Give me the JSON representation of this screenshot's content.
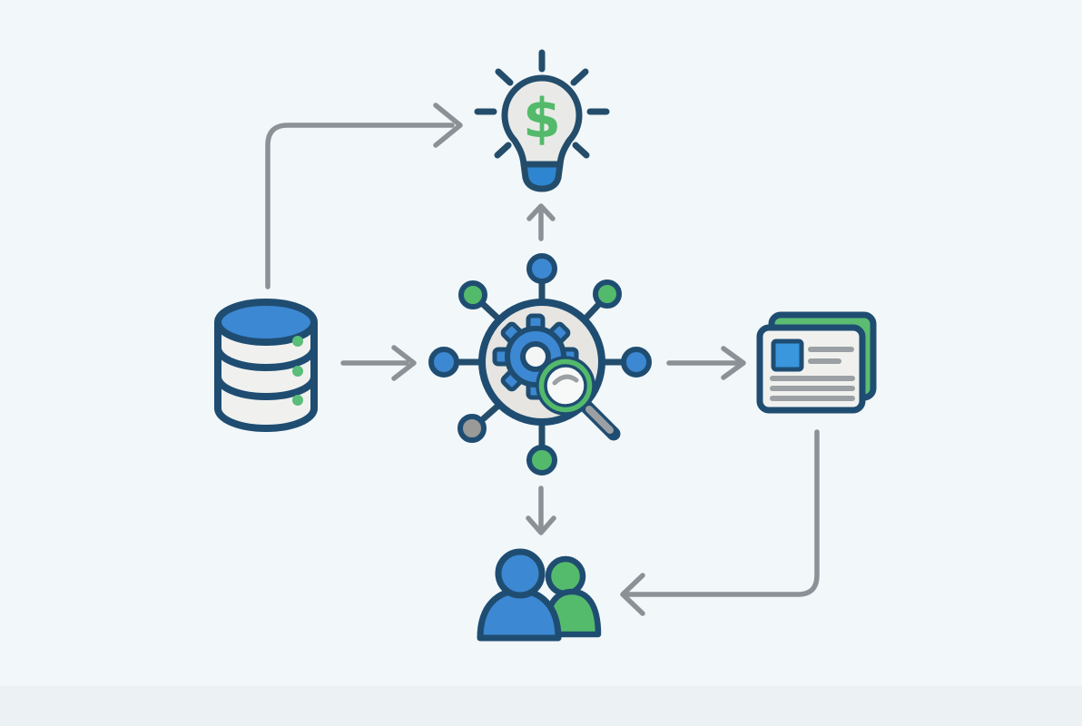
{
  "diagram": {
    "description": "Flow diagram: database feeds a processing hub (gear with magnifier); hub outputs to a money idea lightbulb, documents and people; documents also flow to people; database also flows directly to the idea bulb.",
    "background_color": "#f2f7f9",
    "palette": {
      "outline_navy": "#1f4d72",
      "fill_blue": "#3d88d2",
      "fill_green": "#53ba6b",
      "arrow_gray": "#8b9196",
      "node_gray": "#9a9a98",
      "panel_gray": "#e6e5e1",
      "bulb_gray": "#e9eae7",
      "card_white": "#f0f1ef",
      "line_gray": "#9aa0a3"
    },
    "bulb": {
      "symbol": "$"
    },
    "nodes": [
      {
        "id": "database",
        "icon": "database-icon",
        "position": "left"
      },
      {
        "id": "hub",
        "icon": "gear-magnifier-hub-icon",
        "position": "center",
        "spoke_node_colors": [
          "blue",
          "green",
          "blue",
          "green",
          "gray",
          "blue",
          "green"
        ]
      },
      {
        "id": "idea",
        "icon": "lightbulb-dollar-icon",
        "position": "top",
        "symbol": "$"
      },
      {
        "id": "documents",
        "icon": "documents-icon",
        "position": "right"
      },
      {
        "id": "people",
        "icon": "people-icon",
        "position": "bottom"
      }
    ],
    "arrows": [
      {
        "from": "database",
        "to": "idea",
        "shape": "elbow-up-right"
      },
      {
        "from": "database",
        "to": "hub",
        "shape": "straight-right"
      },
      {
        "from": "hub",
        "to": "idea",
        "shape": "straight-up"
      },
      {
        "from": "hub",
        "to": "documents",
        "shape": "straight-right"
      },
      {
        "from": "hub",
        "to": "people",
        "shape": "straight-down"
      },
      {
        "from": "documents",
        "to": "people",
        "shape": "elbow-down-left"
      }
    ]
  }
}
